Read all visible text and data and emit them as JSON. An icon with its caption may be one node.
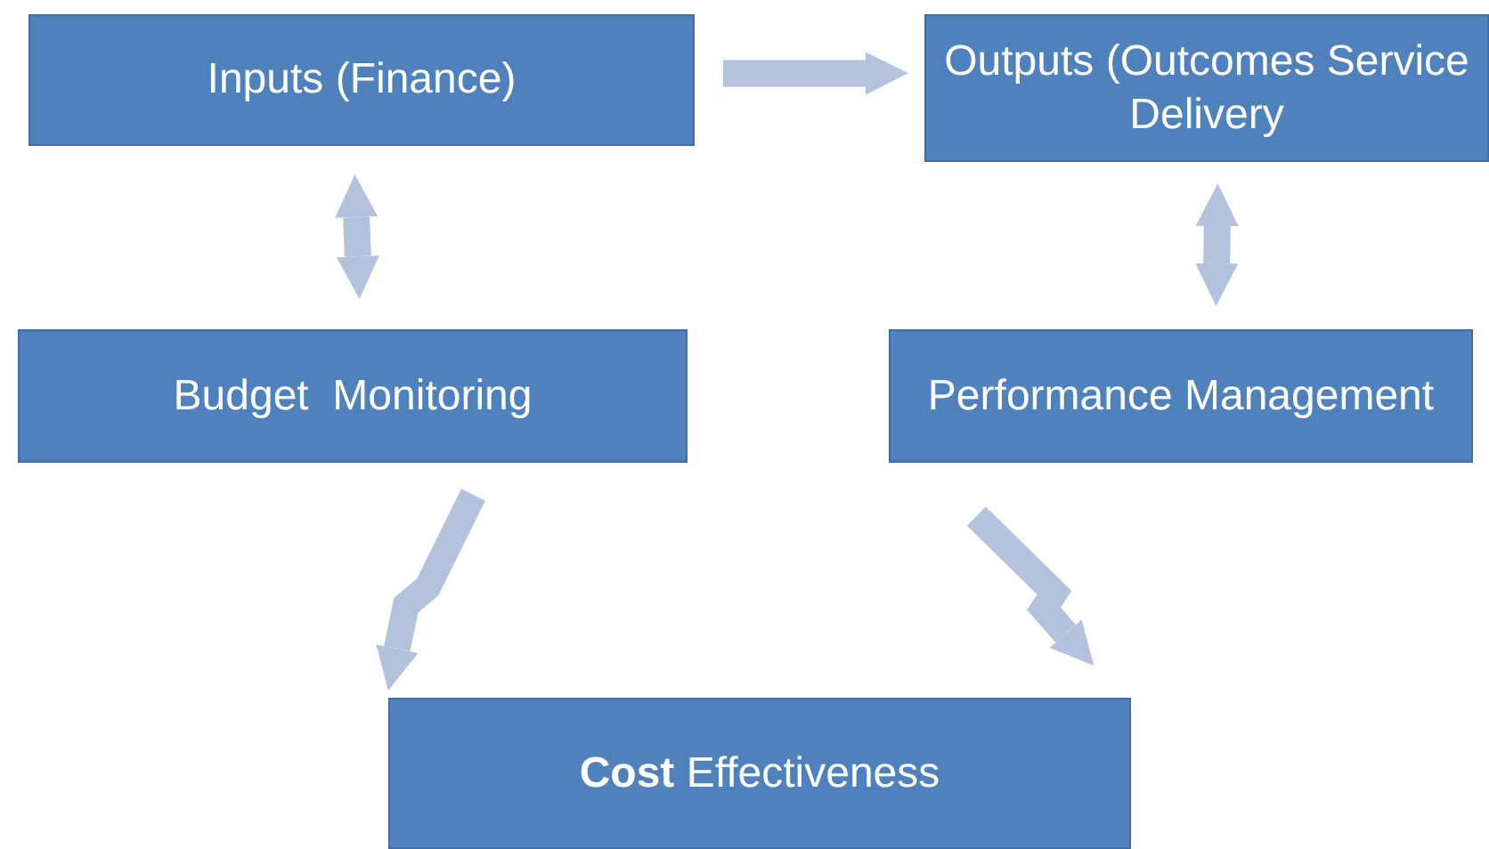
{
  "diagram": {
    "nodes": [
      {
        "text": [
          "Inputs (Finance)"
        ]
      },
      {
        "text": [
          "Outputs (Outcomes Service Delivery"
        ]
      },
      {
        "text": [
          "Budget  Monitoring"
        ]
      },
      {
        "text": [
          "Performance Management"
        ]
      },
      {
        "text": [
          "**Cost** Effectiveness"
        ]
      }
    ],
    "edges": [
      {
        "from": 0,
        "to": 1,
        "arrow": "to"
      },
      {
        "from": 0,
        "to": 2,
        "arrow": "both"
      },
      {
        "from": 1,
        "to": 3,
        "arrow": "both"
      },
      {
        "from": 2,
        "to": 4,
        "arrow": "to"
      },
      {
        "from": 3,
        "to": 4,
        "arrow": "to"
      }
    ]
  }
}
